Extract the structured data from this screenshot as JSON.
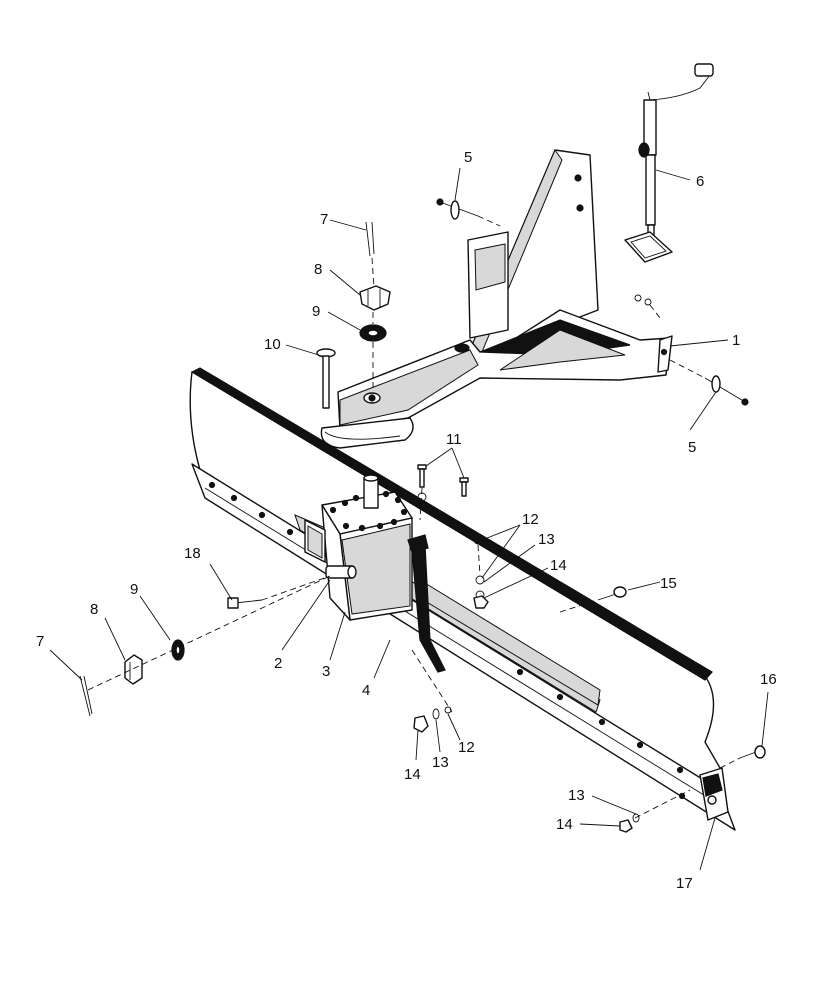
{
  "callouts": [
    {
      "id": "c1",
      "label": "1"
    },
    {
      "id": "c2",
      "label": "2"
    },
    {
      "id": "c3",
      "label": "3"
    },
    {
      "id": "c4",
      "label": "4"
    },
    {
      "id": "c5a",
      "label": "5"
    },
    {
      "id": "c5b",
      "label": "5"
    },
    {
      "id": "c6",
      "label": "6"
    },
    {
      "id": "c7a",
      "label": "7"
    },
    {
      "id": "c7b",
      "label": "7"
    },
    {
      "id": "c8a",
      "label": "8"
    },
    {
      "id": "c8b",
      "label": "8"
    },
    {
      "id": "c9a",
      "label": "9"
    },
    {
      "id": "c9b",
      "label": "9"
    },
    {
      "id": "c10",
      "label": "10"
    },
    {
      "id": "c11",
      "label": "11"
    },
    {
      "id": "c12a",
      "label": "12"
    },
    {
      "id": "c12b",
      "label": "12"
    },
    {
      "id": "c13a",
      "label": "13"
    },
    {
      "id": "c13b",
      "label": "13"
    },
    {
      "id": "c13c",
      "label": "13"
    },
    {
      "id": "c14a",
      "label": "14"
    },
    {
      "id": "c14b",
      "label": "14"
    },
    {
      "id": "c14c",
      "label": "14"
    },
    {
      "id": "c15",
      "label": "15"
    },
    {
      "id": "c16",
      "label": "16"
    },
    {
      "id": "c17",
      "label": "17"
    },
    {
      "id": "c18",
      "label": "18"
    }
  ],
  "colors": {
    "ink": "#111111",
    "paper": "#ffffff",
    "shade": "#d8d8d8"
  }
}
